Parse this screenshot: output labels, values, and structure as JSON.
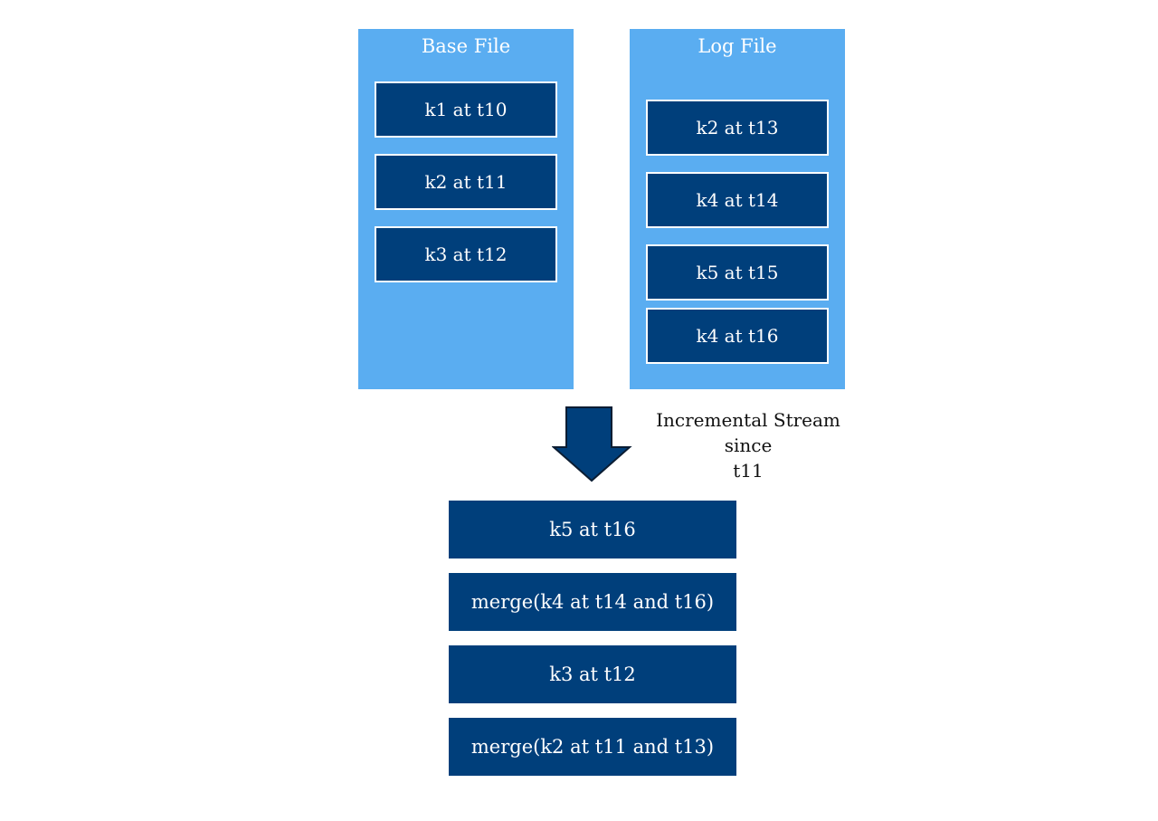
{
  "base_file": {
    "title": "Base File",
    "records": [
      "k1 at t10",
      "k2 at t11",
      "k3 at t12"
    ]
  },
  "log_file": {
    "title": "Log File",
    "records": [
      "k2 at t13",
      "k4 at t14",
      "k5 at t15",
      "k4 at t16"
    ]
  },
  "arrow_label": {
    "line1": "Incremental Stream",
    "line2": "since",
    "line3": "t11"
  },
  "output": {
    "records": [
      "k5 at t16",
      "merge(k4 at t14 and t16)",
      "k3 at t12",
      "merge(k2 at t11 and t13)"
    ]
  },
  "colors": {
    "panel": "#5aadf1",
    "record": "#003f7b",
    "record_border": "#ffffff"
  }
}
